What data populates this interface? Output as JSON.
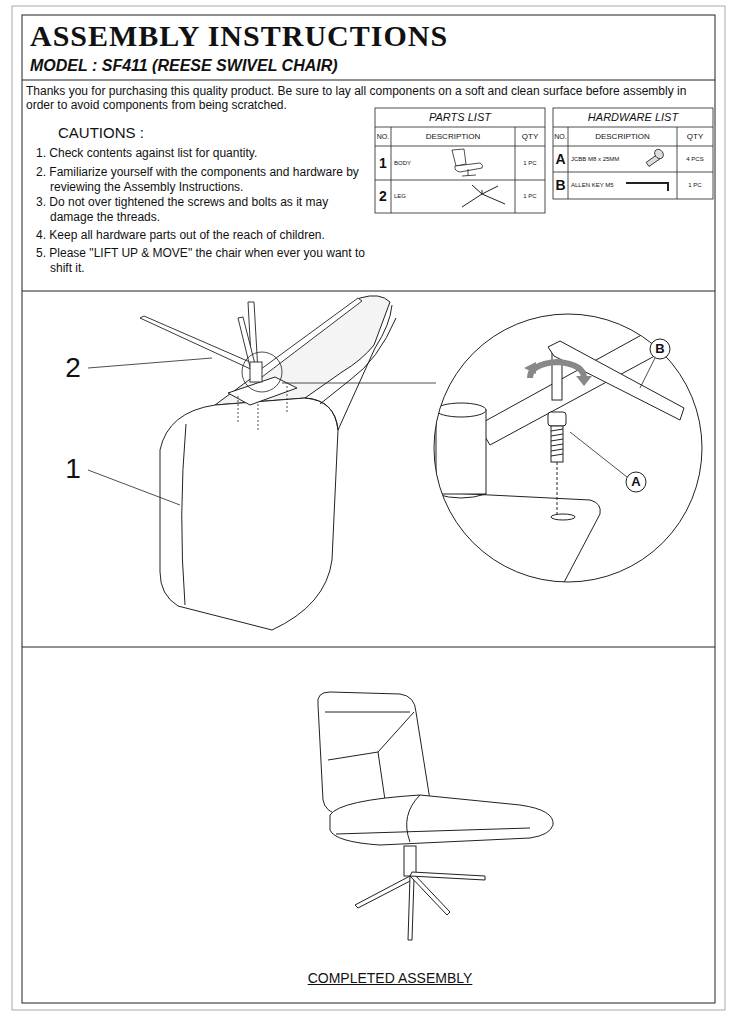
{
  "diagram": {
    "title": "ASSEMBLY INSTRUCTIONS",
    "caption": "COMPLETED ASSEMBLY",
    "labels": [
      "MODEL : SF411 (REESE SWIVEL CHAIR)",
      "Thanks you for purchasing this quality product. Be sure to lay all components on a soft and clean surface before assembly in order to avoid components from being scratched.",
      "CAUTIONS :",
      "1. Check contents against list for quantity.",
      "2. Familiarize yourself with the components and hardware by reviewing the Assembly Instructions.",
      "3. Do not over tightened the screws and bolts as it may damage the threads.",
      "4. Keep all hardware parts out of the reach of children.",
      "5. Please \"LIFT UP & MOVE\" the chair when ever you want to shift it.",
      "PARTS LIST",
      "NO.",
      "DESCRIPTION",
      "QTY",
      "1",
      "BODY",
      "1 PC",
      "2",
      "LEG",
      "1 PC",
      "HARDWARE LIST",
      "NO.",
      "DESCRIPTION",
      "QTY",
      "A",
      "JCBB M8 x 25MM",
      "4 PCS",
      "B",
      "ALLEN KEY M5",
      "1 PC",
      "2",
      "1",
      "B",
      "A"
    ]
  }
}
